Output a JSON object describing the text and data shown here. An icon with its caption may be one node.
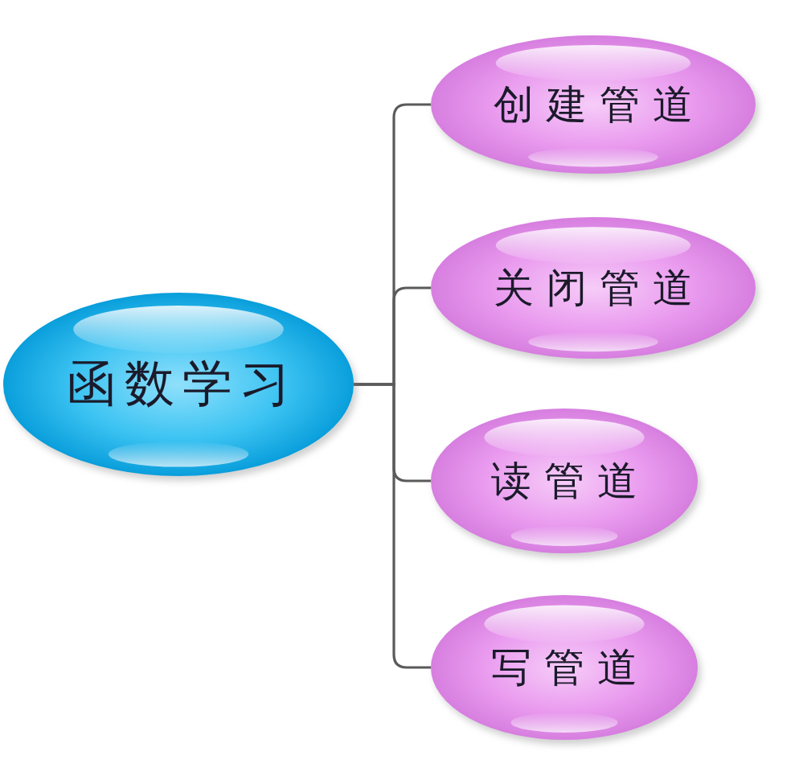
{
  "diagram": {
    "nodes": [
      {
        "text": [
          "函数学习"
        ]
      },
      {
        "text": [
          "创建管道"
        ]
      },
      {
        "text": [
          "关闭管道"
        ]
      },
      {
        "text": [
          "读管道"
        ]
      },
      {
        "text": [
          "写管道"
        ]
      }
    ],
    "edges": [
      {
        "from": 0,
        "to": 1,
        "arrow": "none"
      },
      {
        "from": 0,
        "to": 2,
        "arrow": "none"
      },
      {
        "from": 0,
        "to": 3,
        "arrow": "none"
      },
      {
        "from": 0,
        "to": 4,
        "arrow": "none"
      }
    ]
  }
}
